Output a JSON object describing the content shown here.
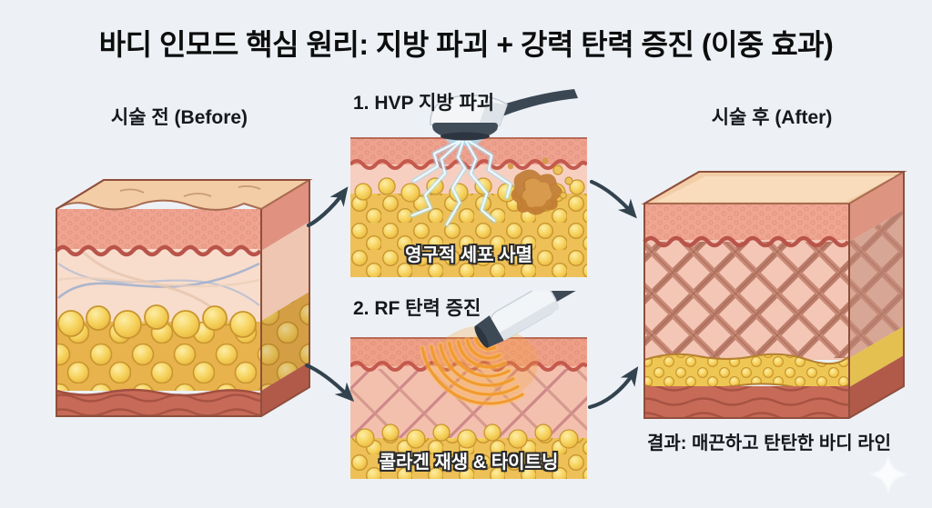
{
  "page": {
    "title": "바디 인모드 핵심 원리: 지방 파괴 + 강력 탄력 증진 (이중 효과)",
    "background_color": "#edf1f6"
  },
  "before_panel": {
    "label": "시술 전 (Before)"
  },
  "step1_panel": {
    "title": "1. HVP 지방 파괴",
    "caption": "영구적 세포 사멸"
  },
  "step2_panel": {
    "title": "2. RF 탄력 증진",
    "caption": "콜라겐 재생 & 타이트닝"
  },
  "after_panel": {
    "label": "시술 후 (After)",
    "result": "결과: 매끈하고 탄탄한 바디 라인"
  },
  "icons": {
    "handpiece": "treatment-handpiece",
    "lightning": "hvp-lightning-pulses",
    "rf_waves": "rf-energy-waves",
    "flow_arrow": "curved-flow-arrow",
    "sparkle": "sparkle-watermark"
  },
  "colors": {
    "title_text": "#0d0d0d",
    "arrow": "#32434f",
    "fat_yellow": "#f3cc55",
    "skin_pink": "#efa28d",
    "dermis_pale": "#f7dccb",
    "muscle_red": "#c76a58",
    "lightning_blue": "#8fd2f2",
    "rf_orange": "#f29a2e",
    "caption_text": "#ffffff",
    "caption_outline": "#2b2b2b"
  }
}
